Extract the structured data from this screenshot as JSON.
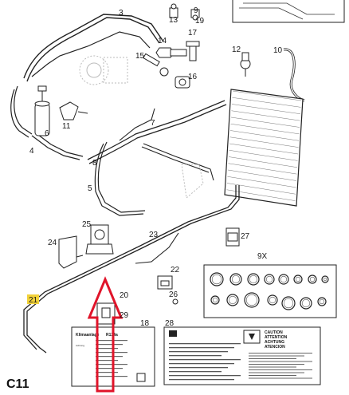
{
  "section": {
    "code": "C11"
  },
  "part_numbers": {
    "p3": "3",
    "p4": "4",
    "p5": "5",
    "p6": "6",
    "p7": "7",
    "p8": "8",
    "p9": "9",
    "p10": "10",
    "p11": "11",
    "p12": "12",
    "p13": "13",
    "p14": "14",
    "p15": "15",
    "p16": "16",
    "p17": "17",
    "p18": "18",
    "p19": "19",
    "p20": "20",
    "p21": "21",
    "p22": "22",
    "p23": "23",
    "p24": "24",
    "p25": "25",
    "p26": "26",
    "p27": "27",
    "p28": "28",
    "p29": "29",
    "kit": "9X"
  },
  "labels_card": {
    "title": "Klimaanlage",
    "code": "R134a",
    "achtung": "Achtung",
    "caution_lines": [
      "CAUTION",
      "ATTENTION",
      "ACHTUNG",
      "ATENCION"
    ]
  },
  "colors": {
    "highlight": "#f2d23a",
    "arrow": "#e0142a"
  }
}
